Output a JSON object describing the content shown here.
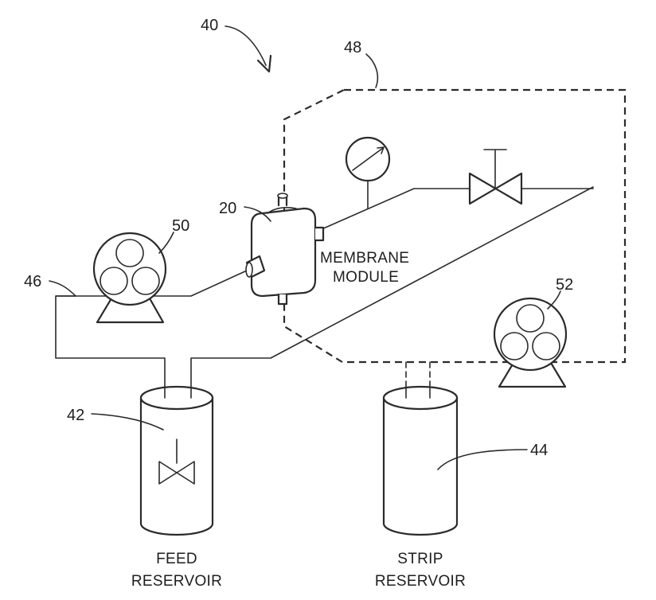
{
  "labels": {
    "system": "40",
    "enclosure": "48",
    "membrane_ref": "20",
    "pump_feed_ref": "50",
    "feed_line_ref": "46",
    "pump_strip_ref": "52",
    "feed_reservoir_ref": "42",
    "strip_reservoir_ref": "44"
  },
  "captions": {
    "membrane_line1": "MEMBRANE",
    "membrane_line2": "MODULE",
    "feed_line1": "FEED",
    "feed_line2": "RESERVOIR",
    "strip_line1": "STRIP",
    "strip_line2": "RESERVOIR"
  },
  "icons": [
    "pump-icon",
    "pressure-gauge-icon",
    "valve-icon",
    "stirrer-icon"
  ]
}
